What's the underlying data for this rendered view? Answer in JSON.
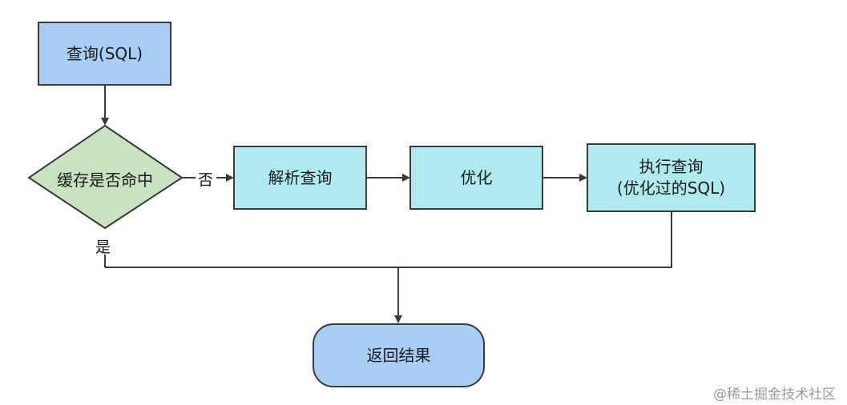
{
  "nodes": {
    "query_sql": "查询(SQL)",
    "cache_check": "缓存是否命中",
    "parse": "解析查询",
    "optimize": "优化",
    "execute_line1": "执行查询",
    "execute_line2": "(优化过的SQL)",
    "return": "返回结果"
  },
  "edges": {
    "no_label": "否",
    "yes_label": "是"
  },
  "watermark": "@稀土掘金技术社区",
  "colors": {
    "blue_fill": "#a9cef5",
    "cyan_fill": "#aeeaee",
    "diamond_fill": "#c9e2bf",
    "squiggle": "#e0201c"
  }
}
